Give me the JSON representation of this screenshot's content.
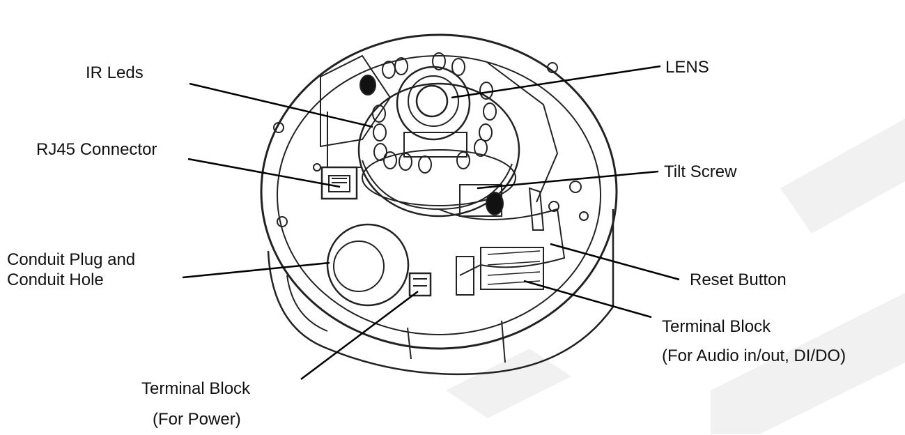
{
  "diagram": {
    "labels": {
      "ir_leds": "IR Leds",
      "lens": "LENS",
      "rj45": "RJ45 Connector",
      "tilt_screw": "Tilt Screw",
      "conduit_line1": "Conduit Plug and",
      "conduit_line2": "Conduit Hole",
      "reset_button": "Reset Button",
      "terminal_audio_line1": "Terminal Block",
      "terminal_audio_line2": "(For Audio in/out, DI/DO)",
      "terminal_power_line1": "Terminal Block",
      "terminal_power_line2": "(For Power)"
    }
  }
}
